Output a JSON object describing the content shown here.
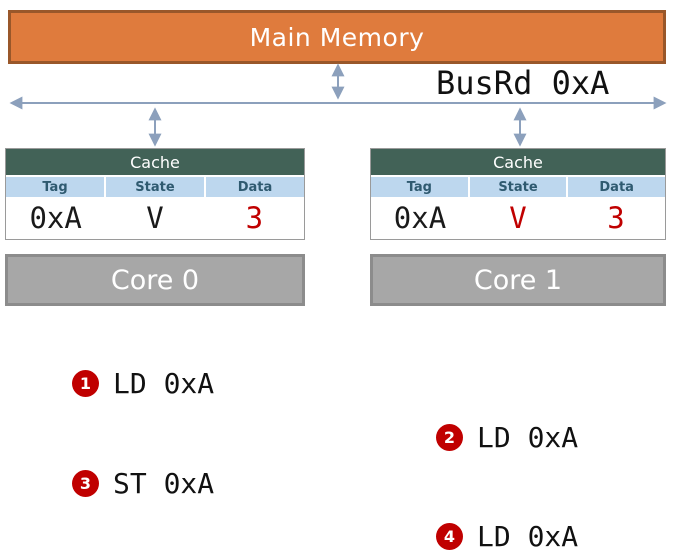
{
  "memory": {
    "label": "Main Memory"
  },
  "bus": {
    "label": "BusRd 0xA"
  },
  "caches": [
    {
      "title": "Cache",
      "headers": [
        "Tag",
        "State",
        "Data"
      ],
      "row": {
        "tag": "0xA",
        "state": "V",
        "data": "3"
      },
      "row_colors": {
        "tag": "#1a1a1a",
        "state": "#1a1a1a",
        "data": "#C00000"
      }
    },
    {
      "title": "Cache",
      "headers": [
        "Tag",
        "State",
        "Data"
      ],
      "row": {
        "tag": "0xA",
        "state": "V",
        "data": "3"
      },
      "row_colors": {
        "tag": "#1a1a1a",
        "state": "#C00000",
        "data": "#C00000"
      }
    }
  ],
  "cores": [
    {
      "label": "Core 0"
    },
    {
      "label": "Core 1"
    }
  ],
  "steps": [
    {
      "num": "1",
      "label": "LD 0xA"
    },
    {
      "num": "2",
      "label": "LD 0xA"
    },
    {
      "num": "3",
      "label": "ST 0xA"
    },
    {
      "num": "4",
      "label": "LD 0xA"
    }
  ],
  "colors": {
    "memory_fill": "#DF7B3D",
    "memory_border": "#99572A",
    "cache_header_fill": "#426257",
    "table_header_fill": "#BDD7EE",
    "table_header_text": "#2F5A70",
    "core_fill": "#A7A7A7",
    "arrow": "#8CA0BC",
    "red": "#C00000"
  }
}
